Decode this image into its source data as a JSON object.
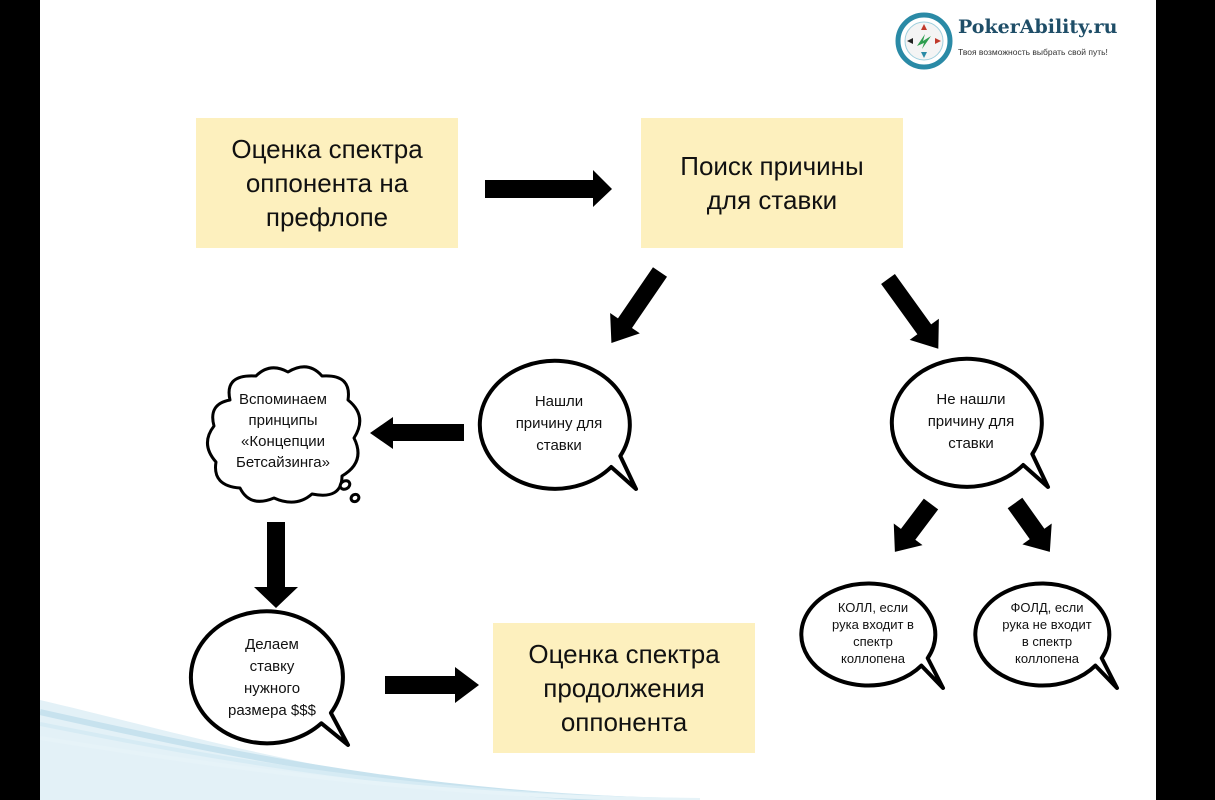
{
  "logo": {
    "name": "PokerAbility.ru",
    "tagline": "Твоя возможность выбрать свой путь!"
  },
  "boxes": {
    "estimate_preflop": "Оценка спектра\nоппонента на\nпрефлопе",
    "search_reason": "Поиск причины\nдля ставки",
    "estimate_continuation": "Оценка спектра\nпродолжения\nоппонента"
  },
  "bubbles": {
    "found_reason": "Нашли\nпричину для\nставки",
    "not_found_reason": "Не нашли\nпричину для\nставки",
    "recall_principles": "Вспоминаем\nпринципы\n«Концепции\nБетсайзинга»",
    "make_bet": "Делаем\nставку\nнужного\nразмера $$$",
    "call": "КОЛЛ, если\nрука входит в\nспектр\nколлопена",
    "fold": "ФОЛД, если\nрука не входит\nв спектр\nколлопена"
  },
  "colors": {
    "box_fill": "#fdf0be",
    "arrow": "#000000",
    "wave": "#cfe6f0",
    "logo_accent": "#2a8aa6"
  }
}
